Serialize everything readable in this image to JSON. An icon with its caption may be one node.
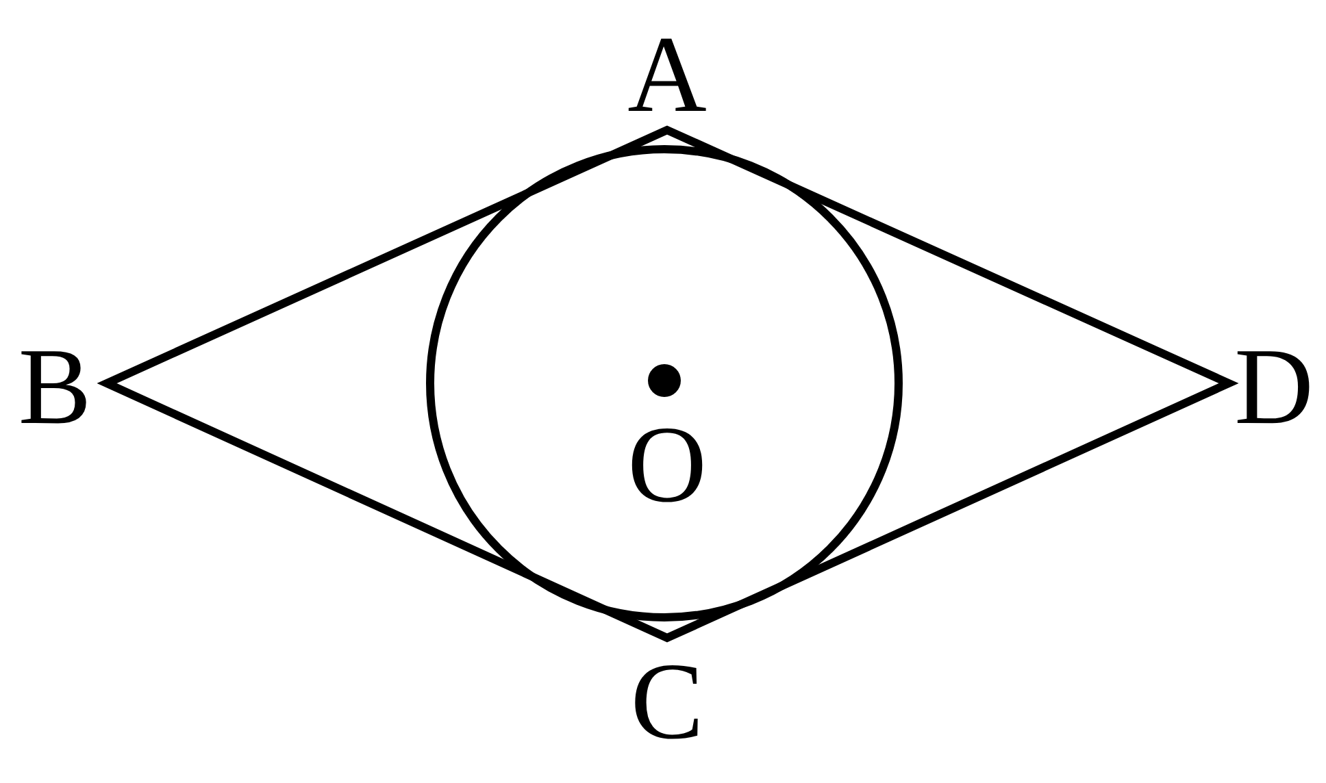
{
  "diagram": {
    "labels": [
      "A",
      "B",
      "D",
      "O",
      "C"
    ]
  }
}
